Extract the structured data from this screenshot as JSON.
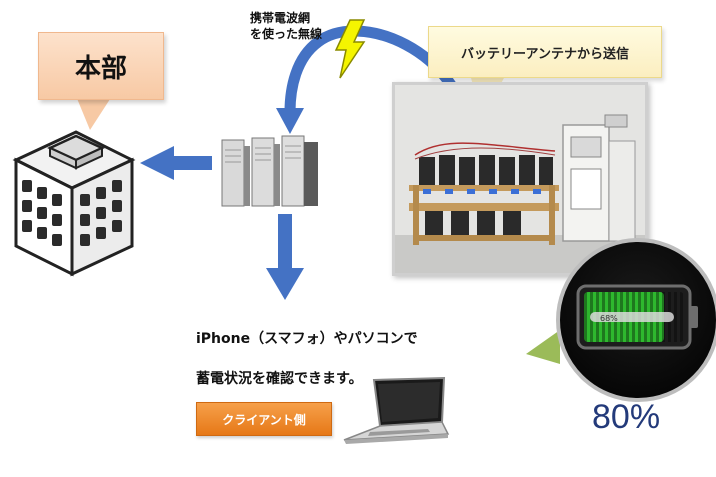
{
  "headquarters": {
    "label": "本部"
  },
  "wireless": {
    "line1": "携帯電波網",
    "line2": "を使った無線"
  },
  "antenna": {
    "label": "バッテリーアンテナから送信"
  },
  "battery": {
    "level_percent": 80,
    "display": "80%",
    "inner_label": "68%"
  },
  "caption": {
    "line1": "iPhone（スマフォ）やパソコンで",
    "line2": "蓄電状況を確認できます。"
  },
  "client_button": {
    "label": "クライアント側"
  },
  "colors": {
    "arrow": "#4472c4",
    "hq_callout": "#f7c9a4",
    "antenna_callout": "#fbeec0",
    "button": "#e67817",
    "percent_text": "#233a7a",
    "lightning": "#f5f500"
  }
}
